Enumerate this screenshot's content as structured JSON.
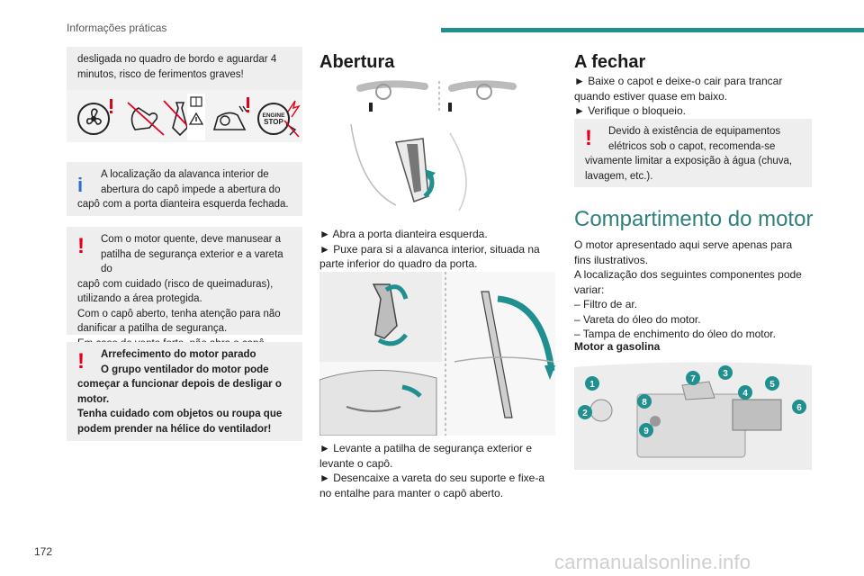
{
  "page": {
    "header": "Informações práticas",
    "page_number": "172",
    "watermark": "carmanualsonline.info"
  },
  "left": {
    "box1_text": "desligada no quadro de bordo e aguardar 4 minutos, risco de ferimentos graves!",
    "engine_stop_label_1": "ENGINE",
    "engine_stop_label_2": "STOP",
    "info_box": {
      "line1": "A localização da alavanca interior de",
      "line2": "abertura do capô impede a abertura do",
      "line3": "capô com a porta dianteira esquerda fechada."
    },
    "warn_box": {
      "l1": "Com o motor quente, deve manusear a",
      "l2": "patilha de segurança exterior e a vareta do",
      "l3": "capô com cuidado (risco de queimaduras), utilizando a área protegida.",
      "l4": "Com o capô aberto, tenha atenção para não danificar a patilha de segurança.",
      "l5": "Em caso de vento forte, não abra o capô."
    },
    "fan_box": {
      "title": "Arrefecimento do motor parado",
      "l1": "O grupo ventilador do motor pode",
      "l2": "começar a funcionar depois de desligar o motor.",
      "l3": "Tenha cuidado com objetos ou roupa que podem prender na hélice do ventilador!"
    }
  },
  "middle": {
    "heading": "Abertura",
    "step1": "► Abra a porta dianteira esquerda.",
    "step2": "► Puxe para si a alavanca interior, situada na parte inferior do quadro da porta.",
    "step3": "► Levante a patilha de segurança exterior e levante o capô.",
    "step4": "► Desencaixe a vareta do seu suporte e fixe-a no entalhe para manter o capô aberto."
  },
  "right": {
    "heading_close": "A fechar",
    "close1": "► Baixe o capot e deixe-o cair para trancar quando estiver quase em baixo.",
    "close2": "► Verifique o bloqueio.",
    "warn_l1": "Devido à existência de equipamentos",
    "warn_l2": "elétricos sob o capot, recomenda-se",
    "warn_l3": "vivamente limitar a exposição à água (chuva, lavagem, etc.).",
    "heading_engine": "Compartimento do motor",
    "p1": "O motor apresentado aqui serve apenas para fins ilustrativos.",
    "p2": "A localização dos seguintes componentes pode variar:",
    "li1": "–  Filtro de ar.",
    "li2": "–  Vareta do óleo do motor.",
    "li3": "–  Tampa de enchimento do óleo do motor.",
    "subheading": "Motor a gasolina",
    "callouts": [
      "1",
      "2",
      "3",
      "4",
      "5",
      "6",
      "7",
      "8",
      "9"
    ]
  },
  "colors": {
    "teal": "#1f8f8f",
    "warning_red": "#e3001b",
    "info_blue": "#2b6fce",
    "box_grey": "#eeeeee"
  }
}
